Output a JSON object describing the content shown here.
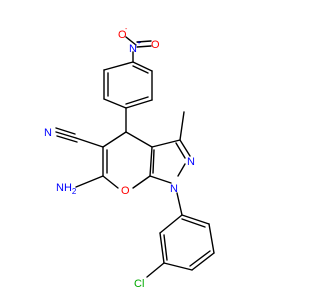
{
  "diagram": {
    "type": "skeletal-structure",
    "colors": {
      "carbon": "#000000",
      "nitrogen": "#0000ff",
      "oxygen": "#ff0000",
      "chlorine": "#00aa00"
    },
    "labels": {
      "nitro_o_top": "O",
      "nitro_o_charge": "-",
      "nitro_n": "N",
      "nitro_n_charge": "+",
      "nitro_o_right": "O",
      "nitrile_n": "N",
      "amine": "NH",
      "amine_sub": "2",
      "pyran_o": "O",
      "pyrazole_n1": "N",
      "pyrazole_n2": "N",
      "chloro": "Cl"
    }
  }
}
